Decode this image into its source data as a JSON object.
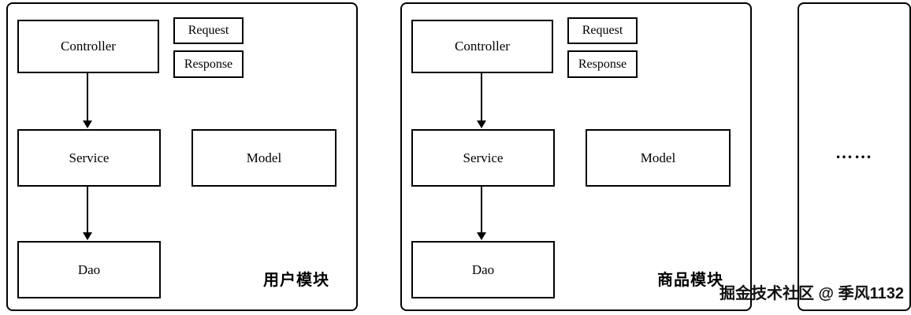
{
  "modules": [
    {
      "controller": "Controller",
      "request": "Request",
      "response": "Response",
      "service": "Service",
      "model": "Model",
      "dao": "Dao",
      "label": "用户模块"
    },
    {
      "controller": "Controller",
      "request": "Request",
      "response": "Response",
      "service": "Service",
      "model": "Model",
      "dao": "Dao",
      "label": "商品模块"
    }
  ],
  "ellipsis_panel": {
    "text": "……"
  },
  "watermark": "掘金技术社区 @ 季风1132",
  "colors": {
    "border": "#000000",
    "background": "#ffffff",
    "watermark": "#111111"
  }
}
